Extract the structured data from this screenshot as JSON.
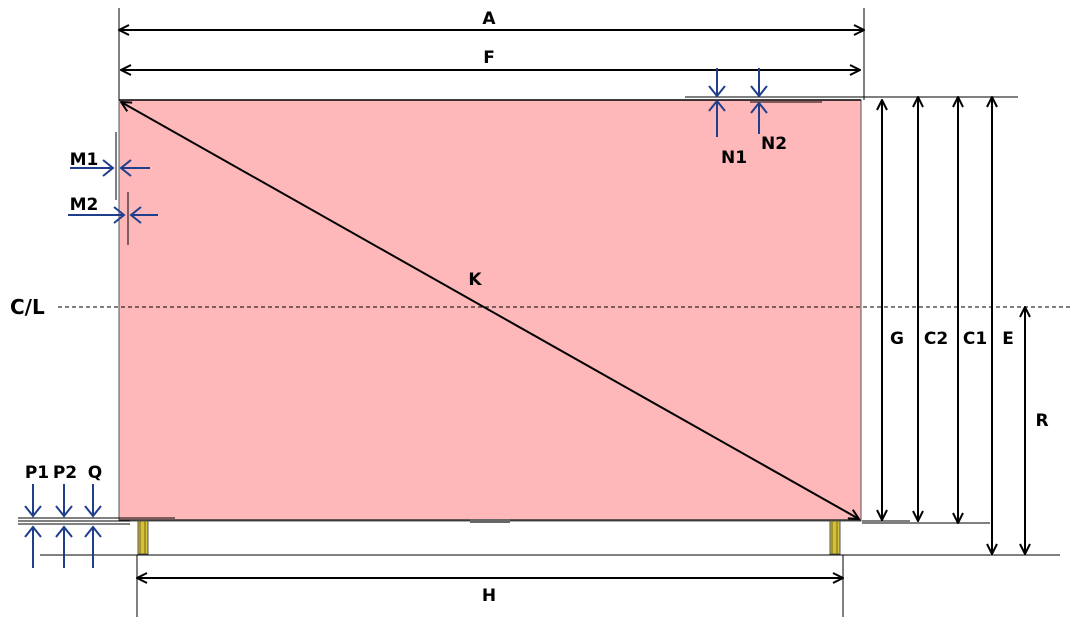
{
  "labels": {
    "a": "A",
    "f": "F",
    "n1": "N1",
    "n2": "N2",
    "m1": "M1",
    "m2": "M2",
    "k": "K",
    "cl": "C/L",
    "g": "G",
    "c2": "C2",
    "c1": "C1",
    "e": "E",
    "r": "R",
    "p1": "P1",
    "p2": "P2",
    "q": "Q",
    "h": "H"
  },
  "colors": {
    "panel_fill": "#ffb8ba",
    "dimension_line": "#000000",
    "small_arrow": "#1f3f8c",
    "leg": "#c8b400"
  }
}
